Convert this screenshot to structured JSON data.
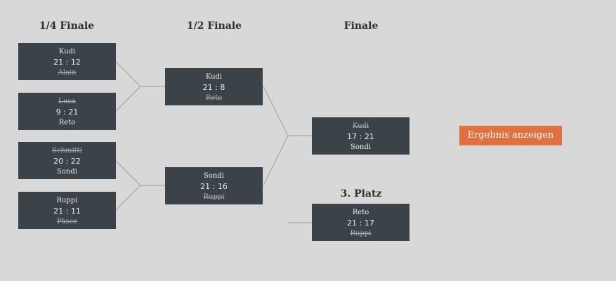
{
  "rounds": {
    "quarter": {
      "title": "1/4 Finale",
      "matches": [
        {
          "top": "Kudi",
          "score": "21 : 12",
          "bottom": "Alain"
        },
        {
          "top": "Luca",
          "score": "9 : 21",
          "bottom": "Reto"
        },
        {
          "top": "Schmitti",
          "score": "20 : 22",
          "bottom": "Sondi"
        },
        {
          "top": "Ruppi",
          "score": "21 : 11",
          "bottom": "Päsce"
        }
      ]
    },
    "semi": {
      "title": "1/2 Finale",
      "matches": [
        {
          "top": "Kudi",
          "score": "21 : 8",
          "bottom": "Reto"
        },
        {
          "top": "Sondi",
          "score": "21 : 16",
          "bottom": "Ruppi"
        }
      ]
    },
    "final": {
      "title": "Finale",
      "matches": [
        {
          "top": "Kudi",
          "score": "17 : 21",
          "bottom": "Sondi"
        }
      ]
    },
    "third": {
      "title": "3. Platz",
      "matches": [
        {
          "top": "Reto",
          "score": "21 : 17",
          "bottom": "Ruppi"
        }
      ]
    }
  },
  "actions": {
    "show_result_label": "Ergebnis anzeigen"
  },
  "colors": {
    "background": "#d8d8d8",
    "match_box": "#3b4349",
    "connector": "#b0b0b0",
    "accent": "#e07040"
  }
}
